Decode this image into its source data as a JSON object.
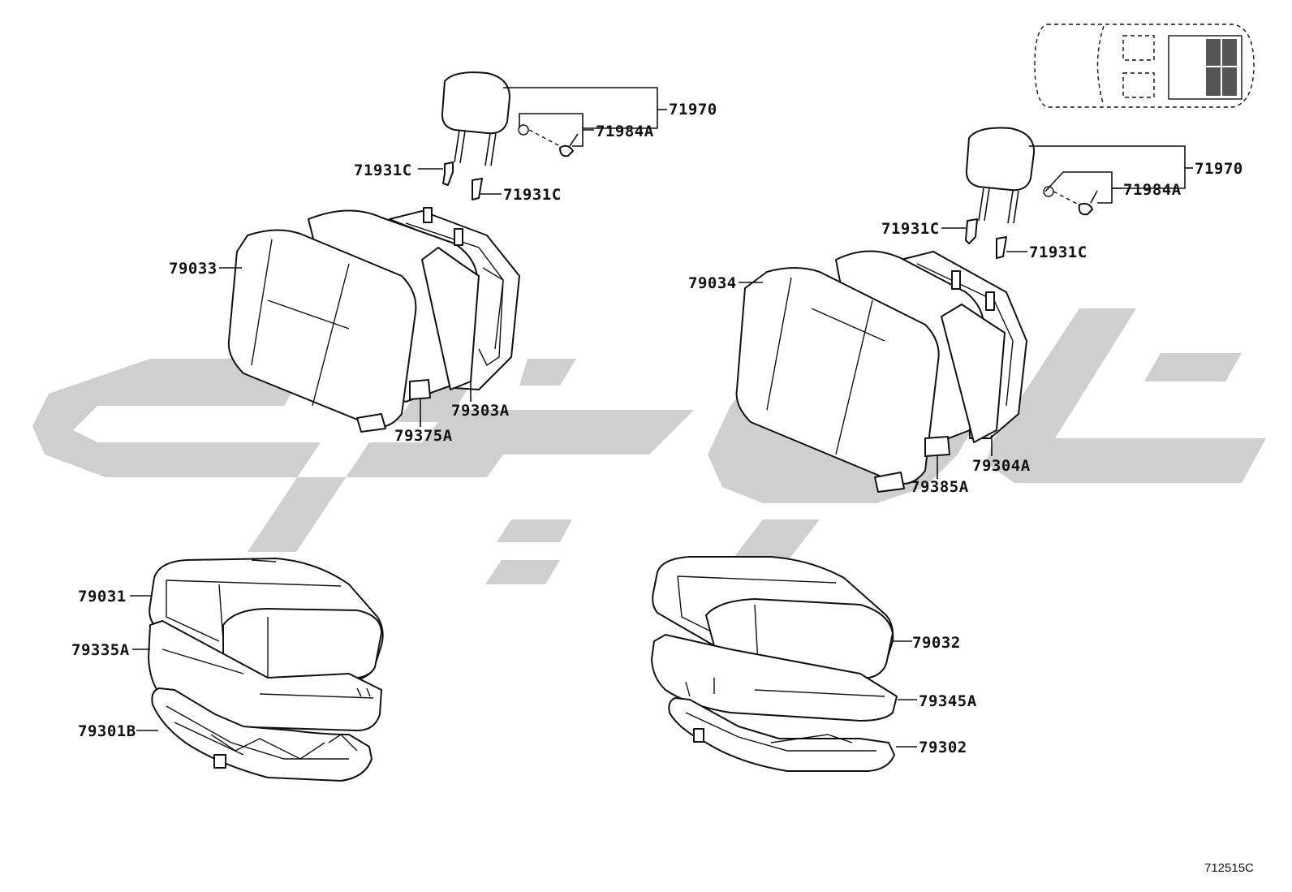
{
  "labels": {
    "l71970_left": "71970",
    "l71984A_left": "71984A",
    "l71931C_left_a": "71931C",
    "l71931C_left_b": "71931C",
    "l79033": "79033",
    "l79303A": "79303A",
    "l79375A": "79375A",
    "l71970_right": "71970",
    "l71984A_right": "71984A",
    "l71931C_right_a": "71931C",
    "l71931C_right_b": "71931C",
    "l79034": "79034",
    "l79304A": "79304A",
    "l79385A": "79385A",
    "l79031": "79031",
    "l79335A": "79335A",
    "l79301B": "79301B",
    "l79032": "79032",
    "l79345A": "79345A",
    "l79302": "79302"
  },
  "diagram_code": "712515C",
  "colors": {
    "line": "#111111",
    "watermark": "#cfcfcf",
    "background": "#ffffff"
  }
}
